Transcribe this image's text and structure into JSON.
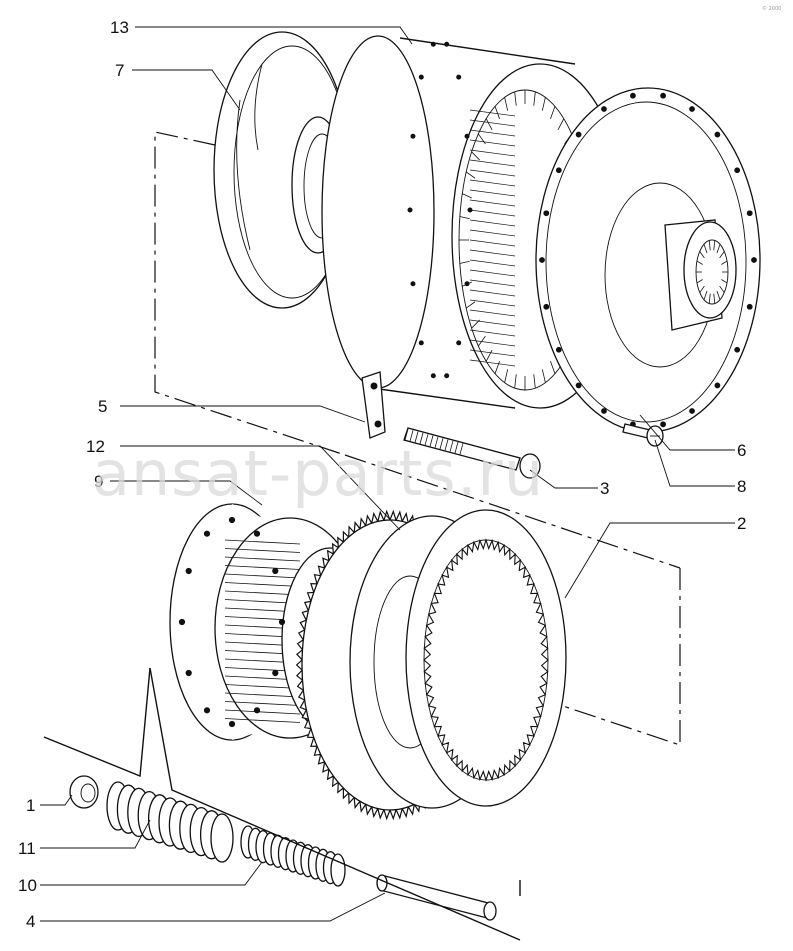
{
  "watermark": "ansat-parts.ru",
  "corner_mark": "© 2000",
  "callouts": [
    {
      "id": "c13",
      "label": "13"
    },
    {
      "id": "c7",
      "label": "7"
    },
    {
      "id": "c5",
      "label": "5"
    },
    {
      "id": "c12",
      "label": "12"
    },
    {
      "id": "c9",
      "label": "9"
    },
    {
      "id": "c6",
      "label": "6"
    },
    {
      "id": "c3",
      "label": "3"
    },
    {
      "id": "c8",
      "label": "8"
    },
    {
      "id": "c2",
      "label": "2"
    },
    {
      "id": "c1",
      "label": "1"
    },
    {
      "id": "c11",
      "label": "11"
    },
    {
      "id": "c10",
      "label": "10"
    },
    {
      "id": "c4",
      "label": "4"
    }
  ]
}
